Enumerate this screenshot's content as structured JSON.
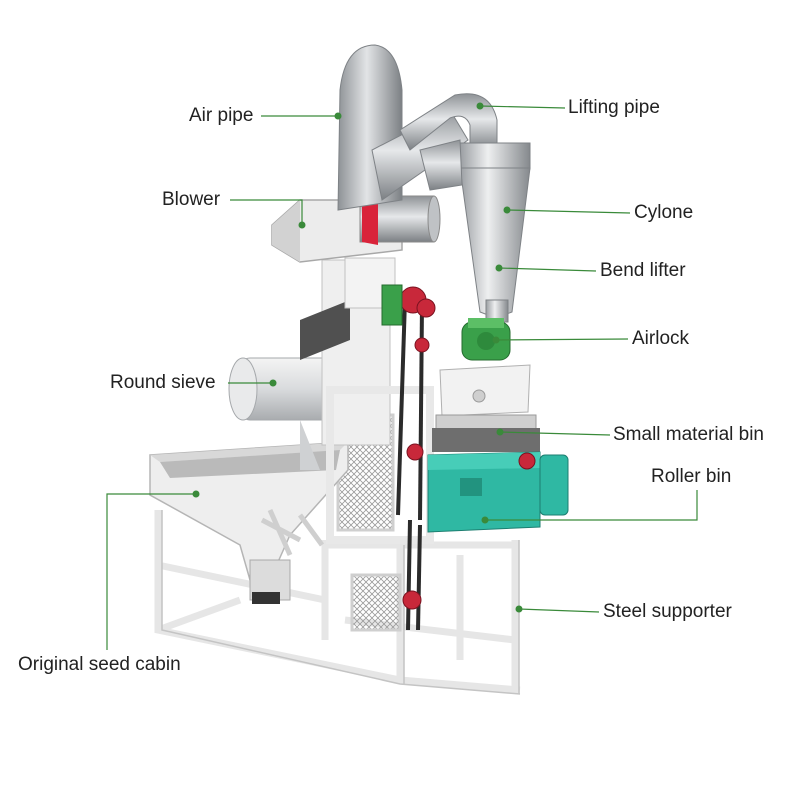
{
  "labels": {
    "air_pipe": "Air pipe",
    "lifting_pipe": "Lifting pipe",
    "blower": "Blower",
    "cylone": "Cylone",
    "bend_lifter": "Bend lifter",
    "airlock": "Airlock",
    "round_sieve": "Round sieve",
    "small_material_bin": "Small material bin",
    "roller_bin": "Roller bin",
    "steel_supporter": "Steel supporter",
    "original_seed_cabin": "Original seed cabin"
  },
  "colors": {
    "leader_line": "#3a8a3a",
    "roller_body": "#2fb8a3",
    "frame": "#f2f2f2",
    "metal": "#b9bdc1",
    "accent_red": "#d9233a",
    "motor_green": "#3aa04a"
  }
}
